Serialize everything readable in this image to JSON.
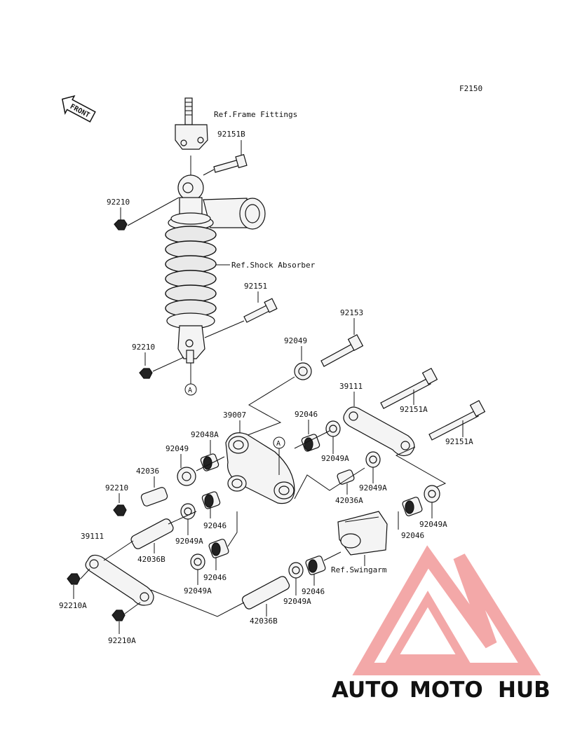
{
  "figure_code": "F2150",
  "front_label": "FRONT",
  "refs": {
    "frame_fittings": "Ref.Frame Fittings",
    "shock_absorber": "Ref.Shock Absorber",
    "swingarm": "Ref.Swingarm"
  },
  "callout_a": "A",
  "parts": {
    "p92151B": "92151B",
    "p92210_top": "92210",
    "p92151": "92151",
    "p92210_mid": "92210",
    "p92153": "92153",
    "p92049_a": "92049",
    "p39111_right": "39111",
    "p92151A_1": "92151A",
    "p92151A_2": "92151A",
    "p39007": "39007",
    "p92046_a": "92046",
    "p92048A": "92048A",
    "p92049_b": "92049",
    "p92049A_a": "92049A",
    "p42036": "42036",
    "p92049A_b": "92049A",
    "p92210_left": "92210",
    "p42036A": "42036A",
    "p92046_b": "92046",
    "p39111_left": "39111",
    "p92049A_c": "92049A",
    "p92049A_d": "92049A",
    "p92046_c": "92046",
    "p42036B_a": "42036B",
    "p92046_d": "92046",
    "p92049A_e": "92049A",
    "p92210A_a": "92210A",
    "p92049A_f": "92049A",
    "p92046_e": "92046",
    "p42036B_b": "42036B",
    "p92210A_b": "92210A"
  },
  "watermark": {
    "part1": "AUTO",
    "part2": "MOTO",
    "part3": "HUB",
    "color1": "#f6b27a",
    "color2": "#ef8f8f",
    "color3": "#7f7f7f",
    "logo_color": "#f29a9a"
  }
}
